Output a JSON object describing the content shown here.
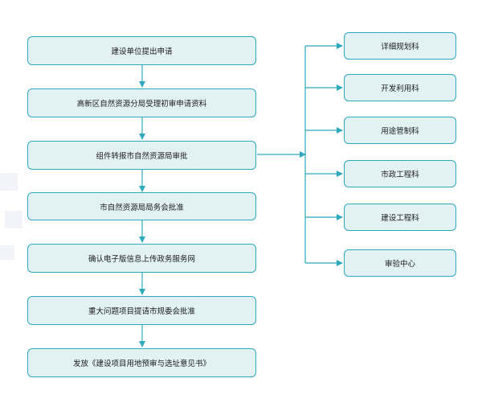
{
  "main_steps": [
    "建设单位提出申请",
    "高新区自然资源分局受理初审申请资料",
    "组件转报市自然资源局审批",
    "市自然资源局局务会批准",
    "确认电子版信息上传政务服务网",
    "重大问题项目提请市规委会批准",
    "发放《建设项目用地预审与选址意见书》"
  ],
  "departments": [
    "详细规划科",
    "开发利用科",
    "用途管制科",
    "市政工程科",
    "建设工程科",
    "审验中心"
  ],
  "colors": {
    "box_fill": "#e1f1f4",
    "box_border": "#2fa9bd",
    "connector": "#2fa9bd"
  }
}
